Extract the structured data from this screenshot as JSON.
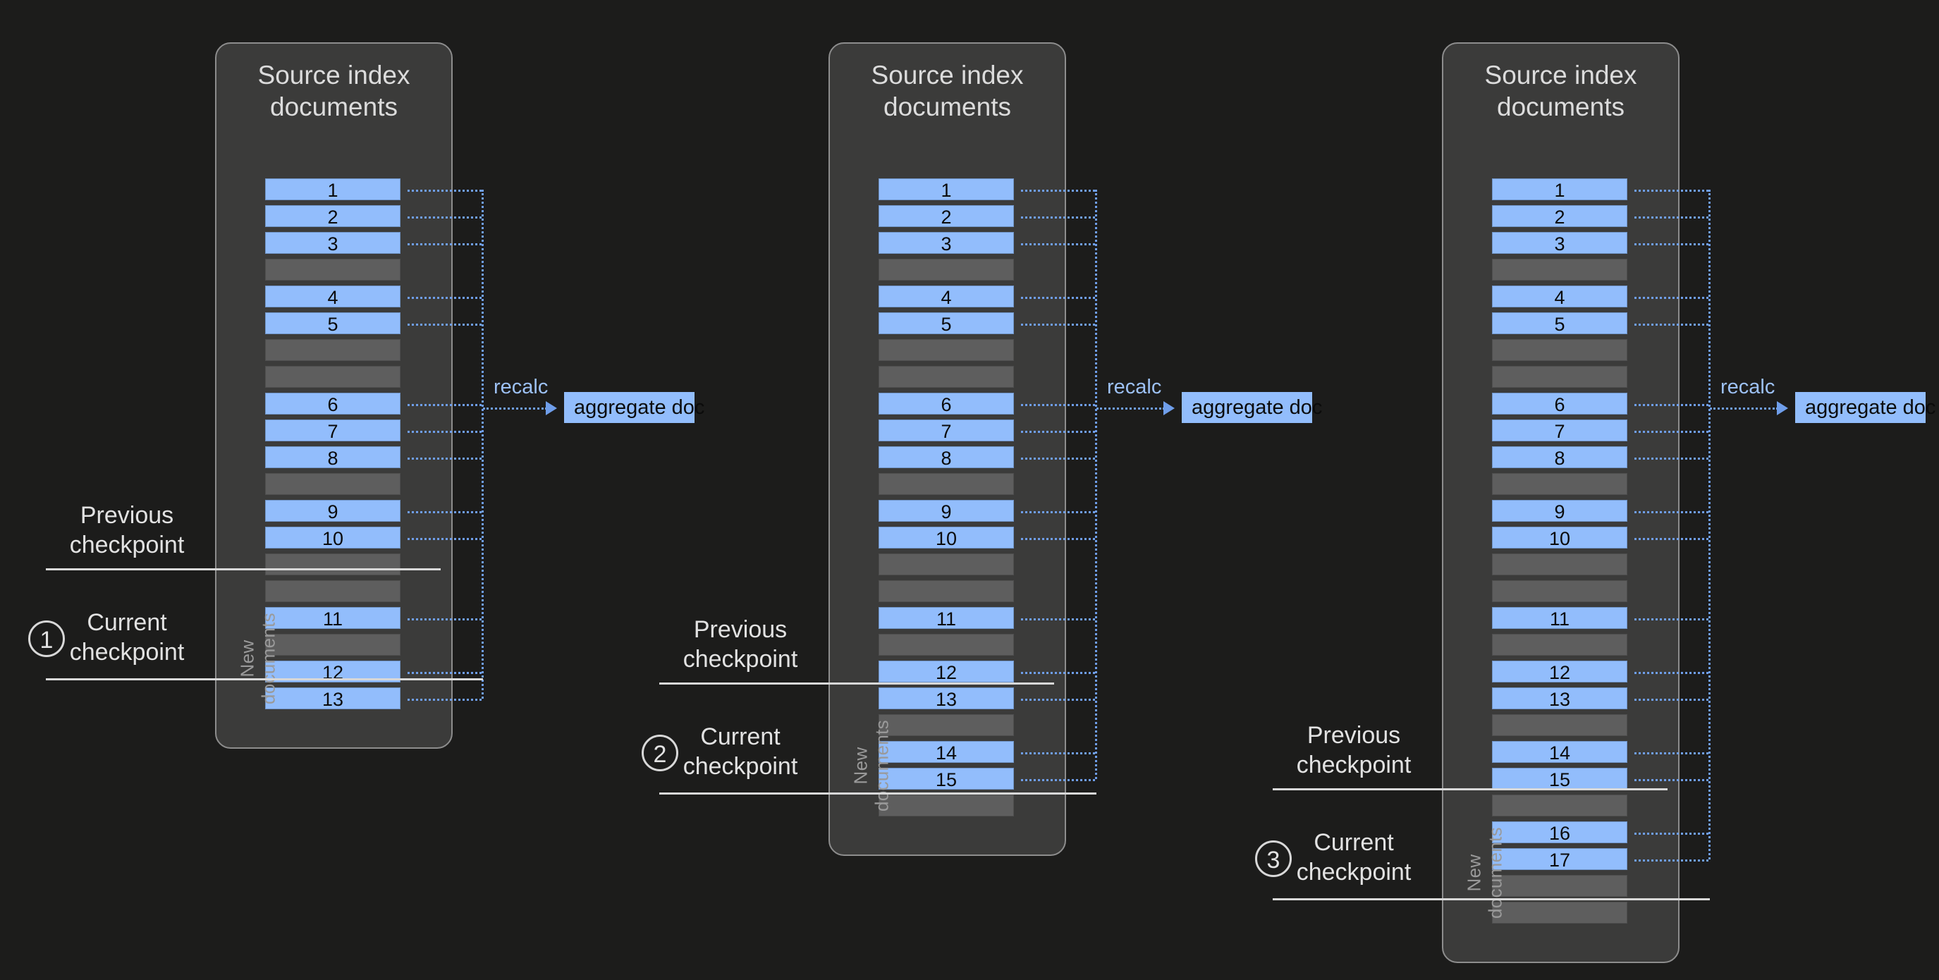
{
  "diagram": {
    "background_color": "#1c1c1b",
    "panel_color": "#3b3b3a",
    "doc_blue": "#92bdfc",
    "doc_gray": "#5e5e5e",
    "connector_color": "#6f9eea",
    "rule_color": "#d8d8d8"
  },
  "panel_title": "Source index\ndocuments",
  "new_documents_label": "New\ndocuments",
  "recalc_label": "recalc",
  "aggregate_doc_label": "aggregate doc",
  "checkpoint": {
    "previous_label": "Previous\ncheckpoint",
    "current_label": "Current\ncheckpoint"
  },
  "panels": [
    {
      "step": "1",
      "title": "Source index\ndocuments",
      "committed_rows": [
        {
          "type": "doc",
          "label": "1"
        },
        {
          "type": "doc",
          "label": "2"
        },
        {
          "type": "doc",
          "label": "3"
        },
        {
          "type": "empty",
          "label": ""
        },
        {
          "type": "doc",
          "label": "4"
        },
        {
          "type": "doc",
          "label": "5"
        },
        {
          "type": "empty",
          "label": ""
        },
        {
          "type": "empty",
          "label": ""
        },
        {
          "type": "doc",
          "label": "6"
        },
        {
          "type": "doc",
          "label": "7"
        },
        {
          "type": "doc",
          "label": "8"
        },
        {
          "type": "empty",
          "label": ""
        },
        {
          "type": "doc",
          "label": "9"
        },
        {
          "type": "doc",
          "label": "10"
        },
        {
          "type": "empty",
          "label": ""
        },
        {
          "type": "empty",
          "label": ""
        }
      ],
      "new_rows": [
        {
          "type": "doc",
          "label": "11"
        },
        {
          "type": "empty",
          "label": ""
        },
        {
          "type": "doc",
          "label": "12"
        },
        {
          "type": "doc",
          "label": "13"
        }
      ]
    },
    {
      "step": "2",
      "title": "Source index\ndocuments",
      "committed_rows": [
        {
          "type": "doc",
          "label": "1"
        },
        {
          "type": "doc",
          "label": "2"
        },
        {
          "type": "doc",
          "label": "3"
        },
        {
          "type": "empty",
          "label": ""
        },
        {
          "type": "doc",
          "label": "4"
        },
        {
          "type": "doc",
          "label": "5"
        },
        {
          "type": "empty",
          "label": ""
        },
        {
          "type": "empty",
          "label": ""
        },
        {
          "type": "doc",
          "label": "6"
        },
        {
          "type": "doc",
          "label": "7"
        },
        {
          "type": "doc",
          "label": "8"
        },
        {
          "type": "empty",
          "label": ""
        },
        {
          "type": "doc",
          "label": "9"
        },
        {
          "type": "doc",
          "label": "10"
        },
        {
          "type": "empty",
          "label": ""
        },
        {
          "type": "empty",
          "label": ""
        },
        {
          "type": "doc",
          "label": "11"
        },
        {
          "type": "empty",
          "label": ""
        },
        {
          "type": "doc",
          "label": "12"
        },
        {
          "type": "doc",
          "label": "13"
        }
      ],
      "new_rows": [
        {
          "type": "empty",
          "label": ""
        },
        {
          "type": "doc",
          "label": "14"
        },
        {
          "type": "doc",
          "label": "15"
        },
        {
          "type": "empty",
          "label": ""
        }
      ]
    },
    {
      "step": "3",
      "title": "Source index\ndocuments",
      "committed_rows": [
        {
          "type": "doc",
          "label": "1"
        },
        {
          "type": "doc",
          "label": "2"
        },
        {
          "type": "doc",
          "label": "3"
        },
        {
          "type": "empty",
          "label": ""
        },
        {
          "type": "doc",
          "label": "4"
        },
        {
          "type": "doc",
          "label": "5"
        },
        {
          "type": "empty",
          "label": ""
        },
        {
          "type": "empty",
          "label": ""
        },
        {
          "type": "doc",
          "label": "6"
        },
        {
          "type": "doc",
          "label": "7"
        },
        {
          "type": "doc",
          "label": "8"
        },
        {
          "type": "empty",
          "label": ""
        },
        {
          "type": "doc",
          "label": "9"
        },
        {
          "type": "doc",
          "label": "10"
        },
        {
          "type": "empty",
          "label": ""
        },
        {
          "type": "empty",
          "label": ""
        },
        {
          "type": "doc",
          "label": "11"
        },
        {
          "type": "empty",
          "label": ""
        },
        {
          "type": "doc",
          "label": "12"
        },
        {
          "type": "doc",
          "label": "13"
        },
        {
          "type": "empty",
          "label": ""
        },
        {
          "type": "doc",
          "label": "14"
        },
        {
          "type": "doc",
          "label": "15"
        },
        {
          "type": "empty",
          "label": ""
        }
      ],
      "new_rows": [
        {
          "type": "doc",
          "label": "16"
        },
        {
          "type": "doc",
          "label": "17"
        },
        {
          "type": "empty",
          "label": ""
        },
        {
          "type": "empty",
          "label": ""
        }
      ]
    }
  ]
}
